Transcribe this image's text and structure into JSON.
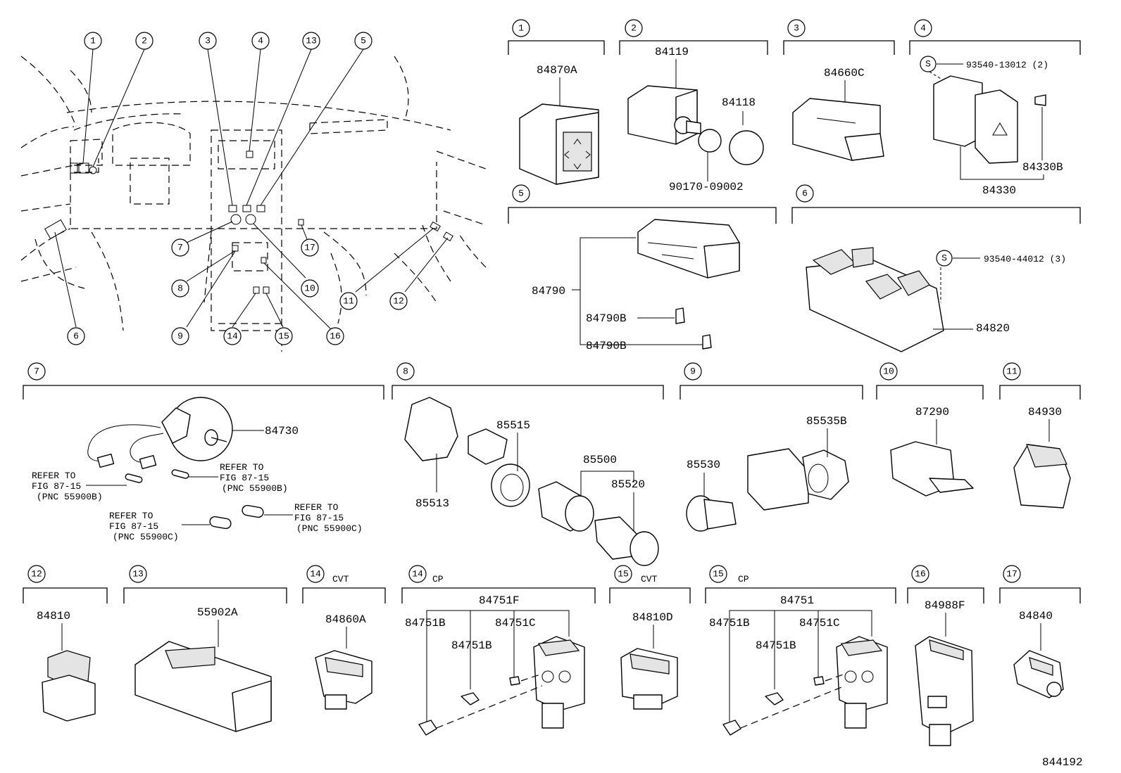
{
  "diagram": {
    "drawing_number": "844192",
    "overview_callouts": [
      "1",
      "2",
      "3",
      "4",
      "13",
      "5",
      "7",
      "17",
      "8",
      "10",
      "11",
      "12",
      "9",
      "6",
      "14",
      "15",
      "16"
    ],
    "sections": [
      {
        "num": "1",
        "tag": "",
        "parts": [
          "84870A"
        ]
      },
      {
        "num": "2",
        "tag": "",
        "parts": [
          "84119",
          "84118",
          "90170-09002"
        ]
      },
      {
        "num": "3",
        "tag": "",
        "parts": [
          "84660C"
        ]
      },
      {
        "num": "4",
        "tag": "",
        "parts": [
          "93540-13012 (2)",
          "84330B",
          "84330"
        ],
        "symbol": "S"
      },
      {
        "num": "5",
        "tag": "",
        "parts": [
          "84790",
          "84790B",
          "84790B"
        ]
      },
      {
        "num": "6",
        "tag": "",
        "parts": [
          "93540-44012 (3)",
          "84820"
        ],
        "symbol": "S"
      },
      {
        "num": "7",
        "tag": "",
        "parts": [
          "84730"
        ],
        "refs": [
          {
            "l1": "REFER TO",
            "l2": "FIG 87-15",
            "l3": "(PNC 55900B)"
          },
          {
            "l1": "REFER TO",
            "l2": "FIG 87-15",
            "l3": "(PNC 55900B)"
          },
          {
            "l1": "REFER TO",
            "l2": "FIG 87-15",
            "l3": "(PNC 55900C)"
          },
          {
            "l1": "REFER TO",
            "l2": "FIG 87-15",
            "l3": "(PNC 55900C)"
          }
        ]
      },
      {
        "num": "8",
        "tag": "",
        "parts": [
          "85515",
          "85500",
          "85520",
          "85513"
        ]
      },
      {
        "num": "9",
        "tag": "",
        "parts": [
          "85535B",
          "85530"
        ]
      },
      {
        "num": "10",
        "tag": "",
        "parts": [
          "87290"
        ]
      },
      {
        "num": "11",
        "tag": "",
        "parts": [
          "84930"
        ]
      },
      {
        "num": "12",
        "tag": "",
        "parts": [
          "84810"
        ]
      },
      {
        "num": "13",
        "tag": "",
        "parts": [
          "55902A"
        ]
      },
      {
        "num": "14",
        "tag": "CVT",
        "parts": [
          "84860A"
        ]
      },
      {
        "num": "14",
        "tag": "CP",
        "parts": [
          "84751F",
          "84751B",
          "84751C",
          "84751B"
        ]
      },
      {
        "num": "15",
        "tag": "CVT",
        "parts": [
          "84810D"
        ]
      },
      {
        "num": "15",
        "tag": "CP",
        "parts": [
          "84751",
          "84751B",
          "84751C",
          "84751B"
        ]
      },
      {
        "num": "16",
        "tag": "",
        "parts": [
          "84988F"
        ]
      },
      {
        "num": "17",
        "tag": "",
        "parts": [
          "84840"
        ]
      }
    ]
  }
}
